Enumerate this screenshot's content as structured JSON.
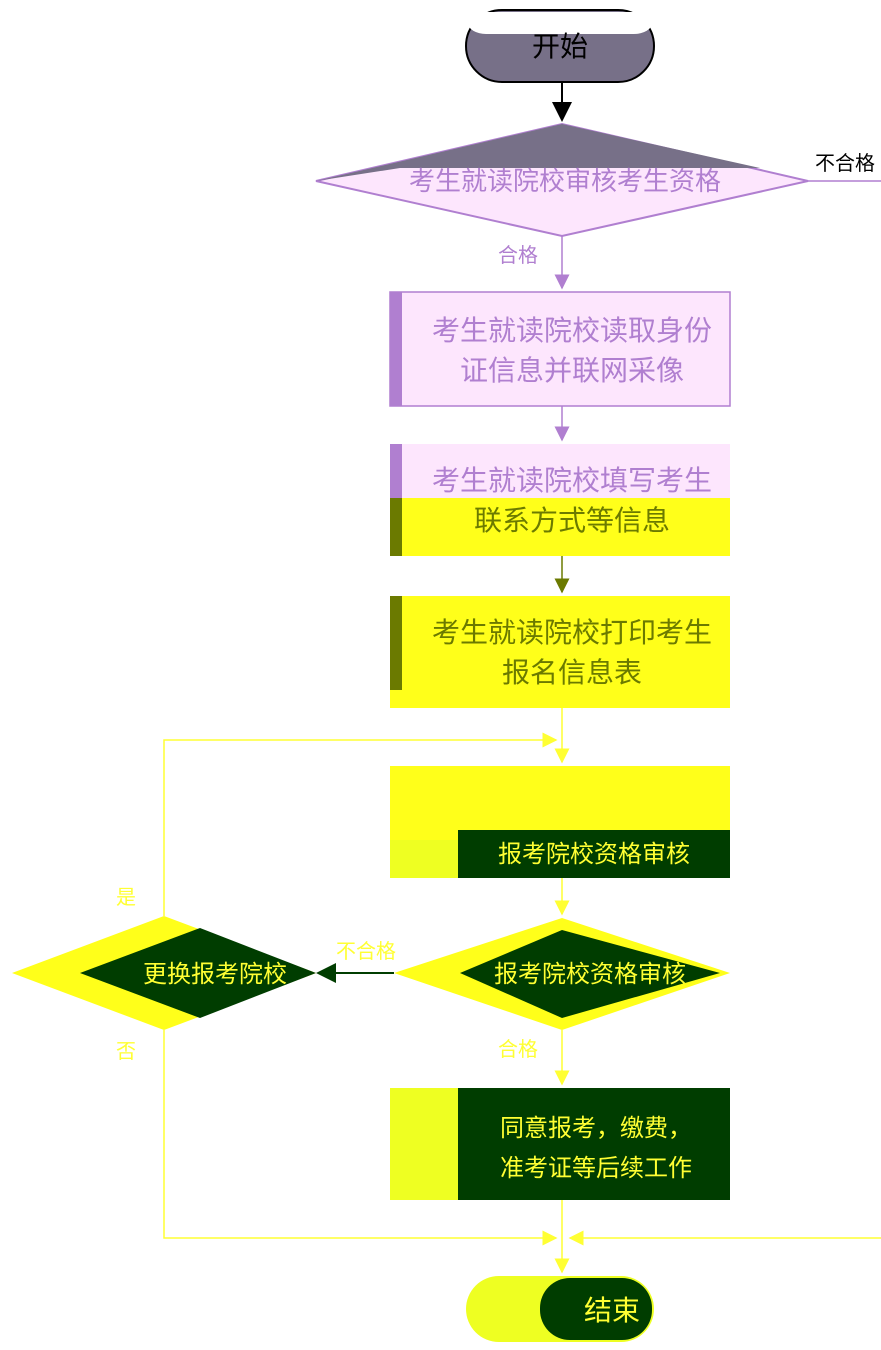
{
  "nodes": {
    "start": "开始",
    "review_eligibility": "考生就读院校审核考生资格",
    "read_id_line1": "考生就读院校读取身份",
    "read_id_line2": "证信息并联网采像",
    "fill_contact_line1": "考生就读院校填写考生",
    "fill_contact_line2": "联系方式等信息",
    "print_form_line1": "考生就读院校打印考生",
    "print_form_line2": "报名信息表",
    "institution_review": "报考院校资格审核",
    "qualified_decision": "报考院校资格审核",
    "change_decision": "更换报考院校",
    "accept_line1": "同意报考，缴费，",
    "accept_line2": "准考证等后续工作",
    "end": "结束"
  },
  "edge_labels": {
    "unqualified_top": "不合格",
    "qualified_top": "合格",
    "unqualified_mid": "不合格",
    "qualified_mid": "合格",
    "yes": "是",
    "no": "否"
  },
  "colors": {
    "stroke": "#000000",
    "flow_purple": "#b07fd0",
    "flow_yellow": "#ffff33",
    "fill_gray": "#777088",
    "fill_pink": "#fde6fd",
    "fill_yellow": "#ffff1a",
    "fill_dark_green": "#003d00",
    "fill_lime": "#eeff22",
    "bar_olive": "#6b7a00",
    "bar_purple": "#b07fd0"
  }
}
